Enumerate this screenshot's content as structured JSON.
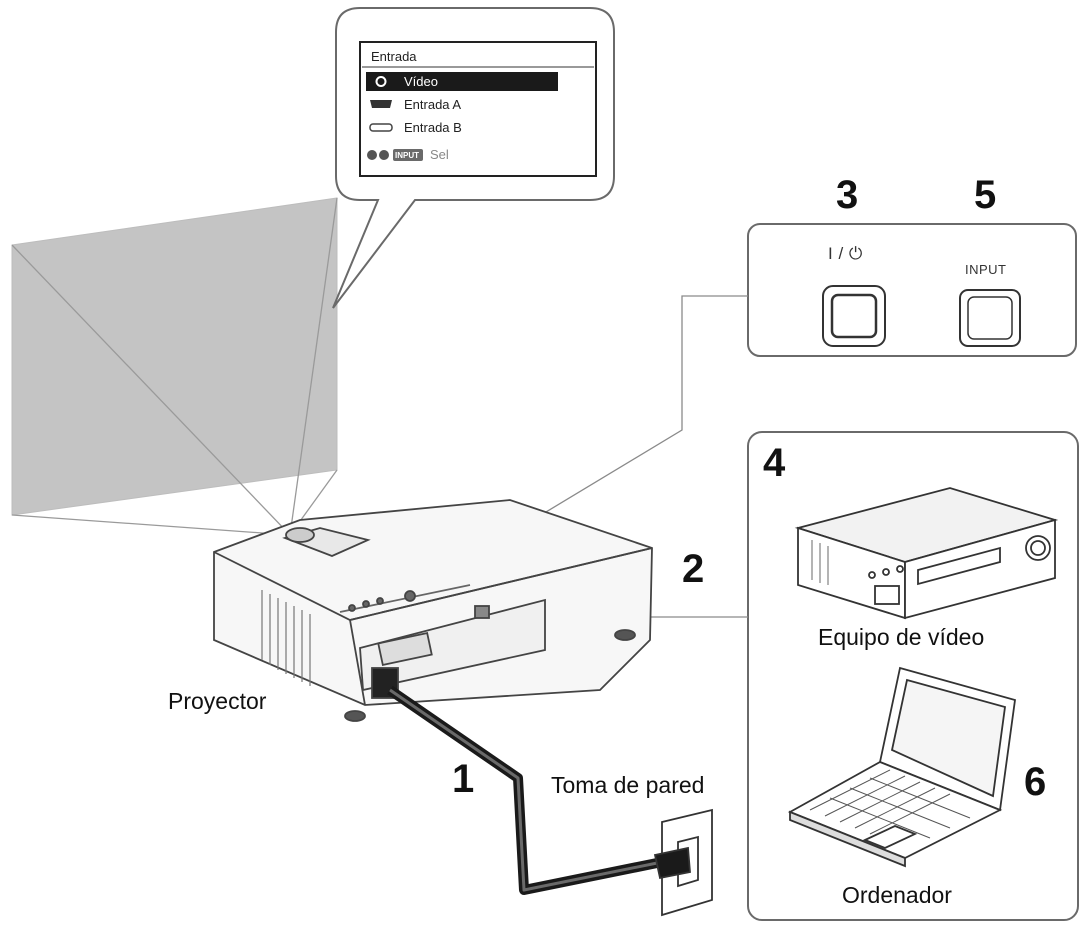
{
  "menu": {
    "title": "Entrada",
    "items": [
      {
        "label": "Vídeo",
        "selected": true,
        "icon": "video-input-icon"
      },
      {
        "label": "Entrada A",
        "selected": false,
        "icon": "hdmi-input-icon"
      },
      {
        "label": "Entrada B",
        "selected": false,
        "icon": "vga-input-icon"
      }
    ],
    "hint_button": "INPUT",
    "hint": "Sel"
  },
  "control_panel": {
    "power_label": "I / ⏻",
    "input_label": "INPUT"
  },
  "steps": [
    "1",
    "2",
    "3",
    "4",
    "5",
    "6"
  ],
  "labels": {
    "projector": "Proyector",
    "wall_outlet": "Toma de pared",
    "video_equipment": "Equipo de vídeo",
    "computer": "Ordenador"
  },
  "colors": {
    "screen_fill": "#c4c4c4",
    "outline": "#555555",
    "menu_highlight": "#1a1a1a"
  }
}
